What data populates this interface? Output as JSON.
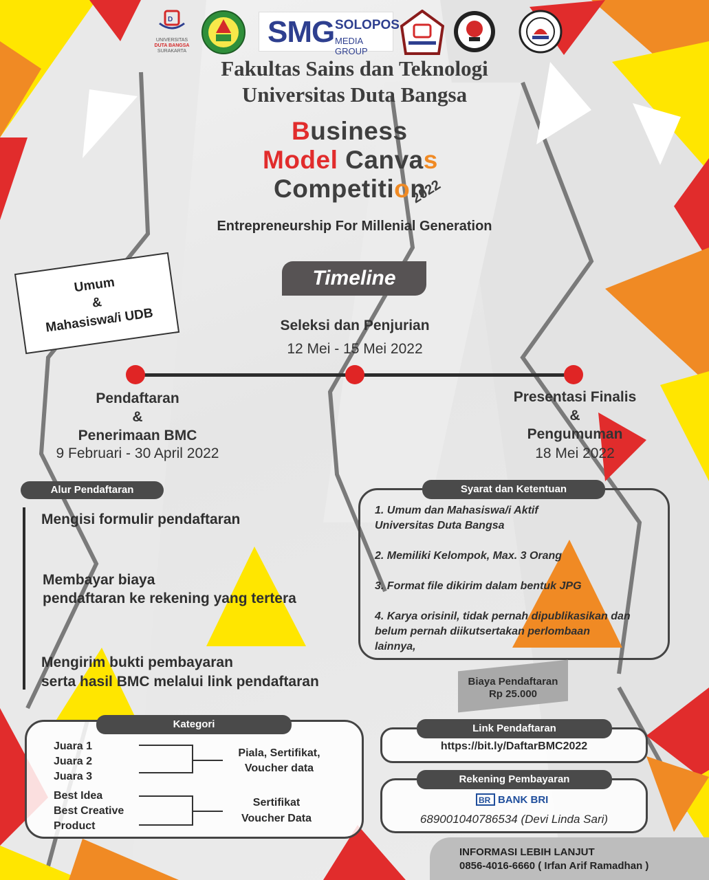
{
  "logos": {
    "udb_line1": "UNIVERSITAS",
    "udb_line2": "DUTA BANGSA",
    "udb_line3": "SURAKARTA",
    "smg_big": "SMG",
    "smg_name": "SOLOPOS",
    "smg_sub": "MEDIA GROUP"
  },
  "header": {
    "line1": "Fakultas Sains dan Teknologi",
    "line2": "Universitas Duta Bangsa"
  },
  "title": {
    "l1_red": "B",
    "l1_rest": "usiness",
    "l2_red": "Model",
    "l2_mid": " Canva",
    "l2_orange": "s",
    "l3_a": "Competiti",
    "l3_orange": "o",
    "l3_b": "n",
    "year": "2022",
    "tagline": "Entrepreneurship For Millenial Generation"
  },
  "timeline_label": "Timeline",
  "audience": {
    "l1": "Umum",
    "l2": "&",
    "l3": "Mahasiswa/i UDB"
  },
  "timeline": {
    "mid_title": "Seleksi dan Penjurian",
    "mid_date": "12 Mei -  15 Mei 2022",
    "left_l1": "Pendaftaran",
    "left_l2": "&",
    "left_l3": "Penerimaan BMC",
    "left_date": "9 Februari - 30 April 2022",
    "right_l1": "Presentasi Finalis",
    "right_l2": "&",
    "right_l3": "Pengumuman",
    "right_date": "18 Mei 2022"
  },
  "alur": {
    "label": "Alur Pendaftaran",
    "step1": "Mengisi formulir pendaftaran",
    "step2_a": "Membayar biaya",
    "step2_b": "pendaftaran ke rekening yang tertera",
    "step3_a": "Mengirim bukti pembayaran",
    "step3_b": "serta hasil BMC melalui link pendaftaran"
  },
  "syarat": {
    "label": "Syarat dan Ketentuan",
    "item1_a": "1. Umum dan Mahasiswa/i Aktif",
    "item1_b": "Universitas Duta Bangsa",
    "item2": "2. Memiliki Kelompok, Max. 3 Orang",
    "item3": "3. Format file dikirim dalam bentuk JPG",
    "item4_a": "4. Karya orisinil, tidak pernah dipublikasikan dan",
    "item4_b": "belum pernah diikutsertakan perlombaan",
    "item4_c": "lainnya,"
  },
  "biaya": {
    "label": "Biaya Pendaftaran",
    "amount": "Rp 25.000"
  },
  "kategori": {
    "label": "Kategori",
    "j1": "Juara 1",
    "j2": "Juara 2",
    "j3": "Juara 3",
    "prize1_a": "Piala, Sertifikat,",
    "prize1_b": "Voucher data",
    "b1": "Best Idea",
    "b2": "Best Creative",
    "b3": "Product",
    "prize2_a": "Sertifikat",
    "prize2_b": "Voucher Data"
  },
  "link": {
    "label": "Link Pendaftaran",
    "url": "https://bit.ly/DaftarBMC2022"
  },
  "rekening": {
    "label": "Rekening Pembayaran",
    "bank": "BANK BRI",
    "account": "689001040786534 (Devi Linda Sari)"
  },
  "info": {
    "label": "INFORMASI LEBIH LANJUT",
    "contact": "0856-4016-6660 ( Irfan Arif Ramadhan )"
  },
  "colors": {
    "red": "#e12c2c",
    "orange": "#f08a24",
    "yellow": "#ffe600",
    "dark": "#4a4a4a"
  }
}
